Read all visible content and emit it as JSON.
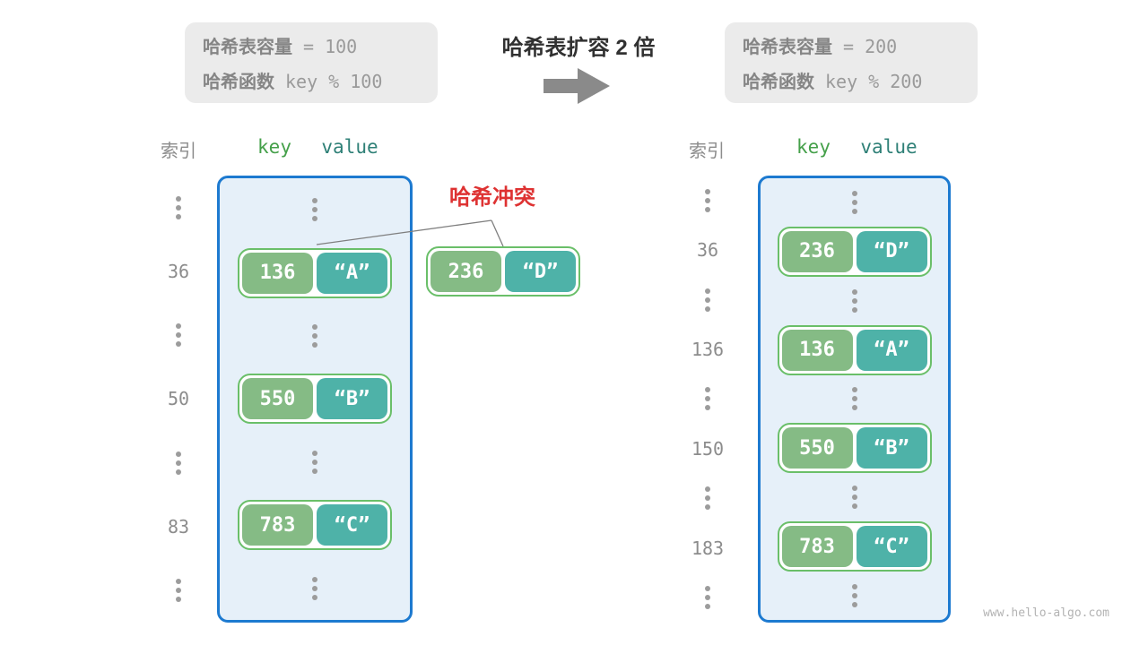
{
  "info_boxes": {
    "left": {
      "capacity_label": "哈希表容量",
      "capacity_value": "= 100",
      "hash_label": "哈希函数",
      "hash_value": "key % 100"
    },
    "right": {
      "capacity_label": "哈希表容量",
      "capacity_value": "= 200",
      "hash_label": "哈希函数",
      "hash_value": "key % 200"
    }
  },
  "center": {
    "title": "哈希表扩容 2 倍",
    "arrow_icon": "right-block-arrow"
  },
  "collision": {
    "label": "哈希冲突",
    "pair": {
      "key": "236",
      "value": "“D”"
    }
  },
  "tables": [
    {
      "headers": {
        "index": "索引",
        "key": "key",
        "value": "value"
      },
      "rows": [
        {
          "type": "dots"
        },
        {
          "type": "pair",
          "index": "36",
          "key": "136",
          "value": "“A”"
        },
        {
          "type": "dots"
        },
        {
          "type": "pair",
          "index": "50",
          "key": "550",
          "value": "“B”"
        },
        {
          "type": "dots"
        },
        {
          "type": "pair",
          "index": "83",
          "key": "783",
          "value": "“C”"
        },
        {
          "type": "dots"
        }
      ]
    },
    {
      "headers": {
        "index": "索引",
        "key": "key",
        "value": "value"
      },
      "rows": [
        {
          "type": "dots"
        },
        {
          "type": "pair",
          "index": "36",
          "key": "236",
          "value": "“D”"
        },
        {
          "type": "dots"
        },
        {
          "type": "pair",
          "index": "136",
          "key": "136",
          "value": "“A”"
        },
        {
          "type": "dots"
        },
        {
          "type": "pair",
          "index": "150",
          "key": "550",
          "value": "“B”"
        },
        {
          "type": "dots"
        },
        {
          "type": "pair",
          "index": "183",
          "key": "783",
          "value": "“C”"
        },
        {
          "type": "dots"
        }
      ]
    }
  ],
  "watermark": "www.hello-algo.com",
  "colors": {
    "container_border": "#1d7ad0",
    "container_bg": "#e6f0f9",
    "pair_border": "#6abf69",
    "key_bg": "#85bb85",
    "value_bg": "#4eb2a8",
    "key_header": "#45a04a",
    "value_header": "#2f8077",
    "collision_red": "#de3232",
    "info_bg": "#ebebeb",
    "arrow_gray": "#8a8a8a"
  }
}
